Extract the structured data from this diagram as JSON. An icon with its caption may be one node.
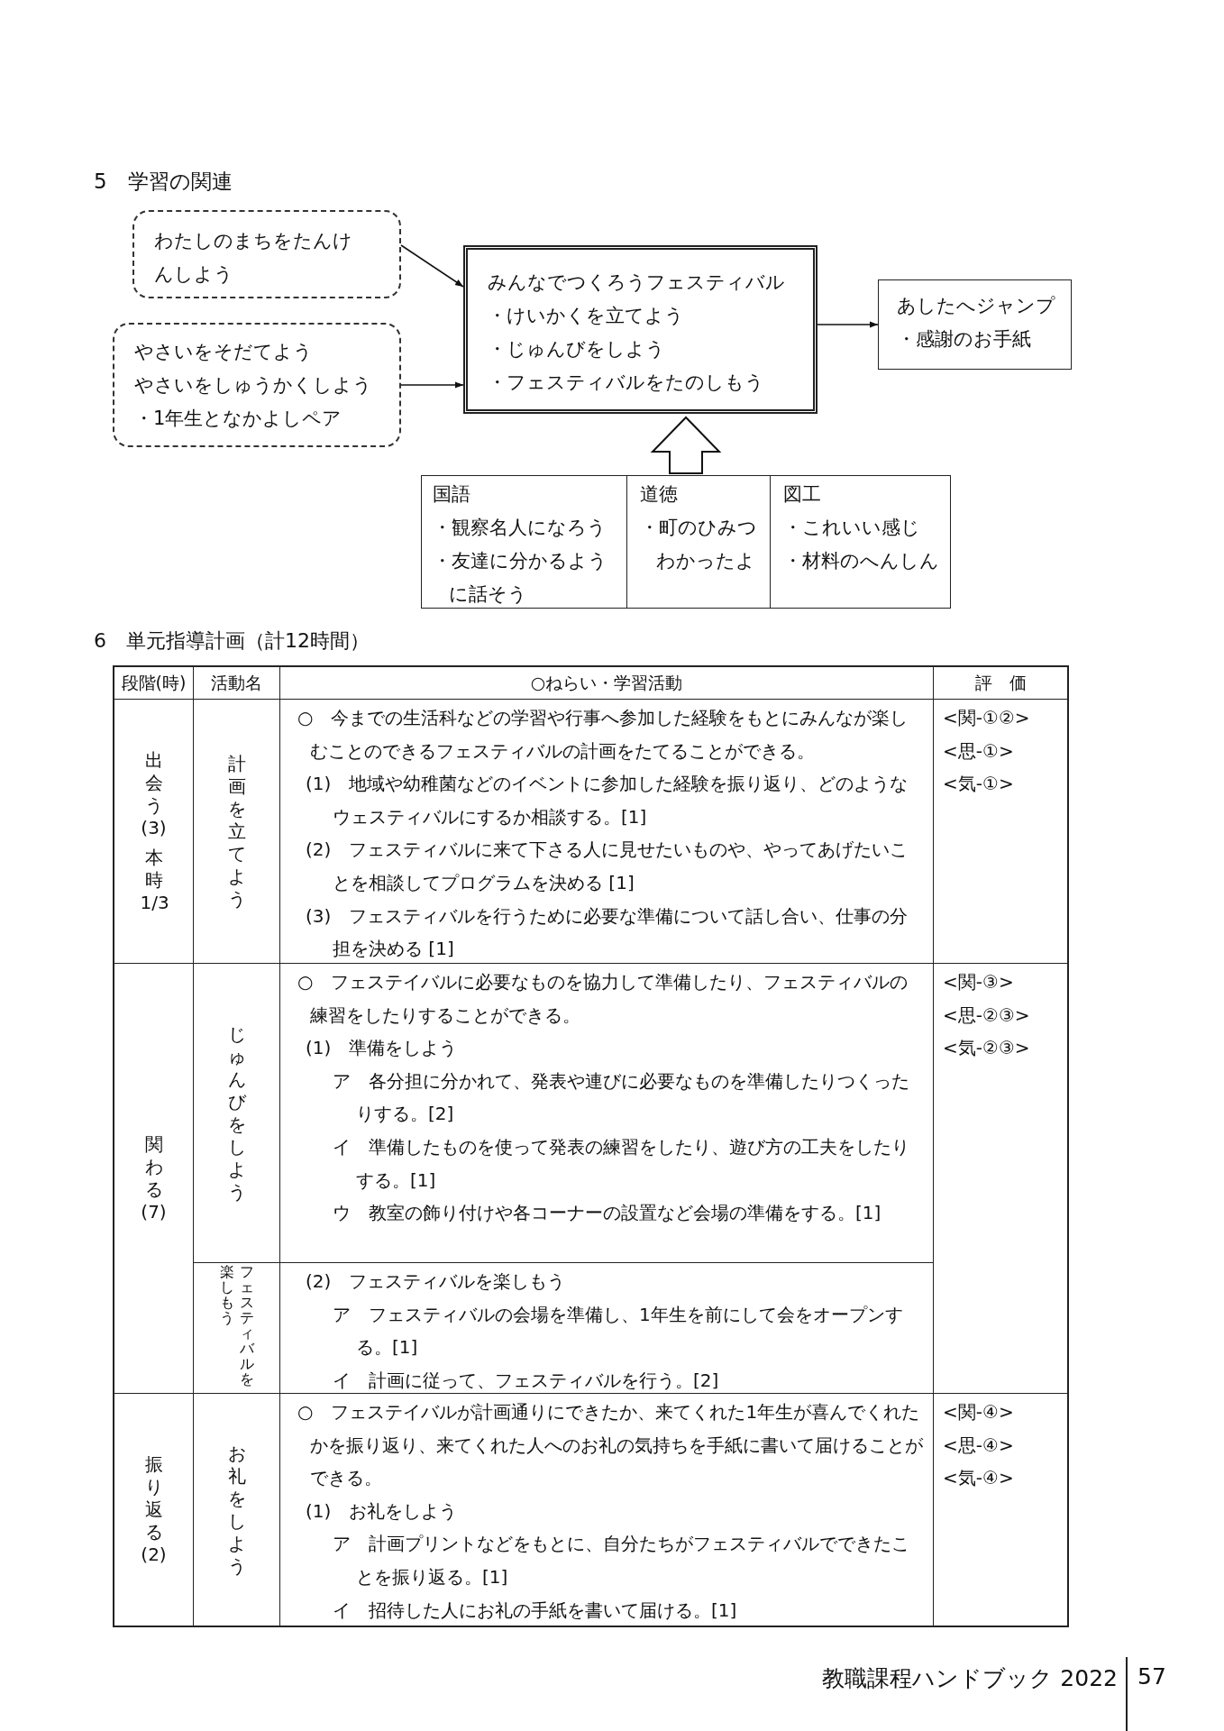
{
  "diagram": {
    "title": "5　学習の関連",
    "nodes": [
      {
        "text": [
          "わたしのまちをたんけんしよう"
        ]
      },
      {
        "text": [
          "やさいをそだてよう",
          "やさいをしゅうかくしよう",
          "・1年生となかよしペア"
        ]
      },
      {
        "text": [
          "みんなでつくろうフェスティバル",
          "・けいかくを立てよう",
          "・じゅんびをしよう",
          "・フェスティバルをたのしもう"
        ]
      },
      {
        "text": [
          "あしたへジャンプ",
          "・感謝のお手紙"
        ]
      },
      {
        "text": [],
        "shape": "box"
      },
      {
        "text": [
          "国語",
          "・観察名人になろう",
          "・友達に分かるように話そう"
        ],
        "in": 4
      },
      {
        "text": [
          "道徳",
          "・町のひみつわかったよ"
        ],
        "in": 4
      },
      {
        "text": [
          "図工",
          "・これいい感じ",
          "・材料のへんしん"
        ],
        "in": 4
      }
    ],
    "edges": [
      {
        "from": 0,
        "to": 2,
        "arrow": "to"
      },
      {
        "from": 1,
        "to": 2,
        "arrow": "to"
      },
      {
        "from": 2,
        "to": 3,
        "arrow": "to"
      },
      {
        "from": 4,
        "to": 2,
        "arrow": "to",
        "style": "thick"
      }
    ],
    "labels": [
      "6　単元指導計画（計12時間）",
      "段階(時)",
      "活動名",
      "○ねらい・学習活動",
      "評　価",
      "出会う(3)",
      "本時1/3",
      "計画を立てよう",
      "○　今までの生活科などの学習や行事へ参加した経験をもとにみんなが楽しむことのできるフェスティバルの計画をたてることができる。",
      "(1)　地域や幼稚菌などのイベントに参加した経験を振り返り、どのようなウェスティバルにするか相談する。[1]",
      "(2)　フェスティバルに来て下さる人に見せたいものや、やってあげたいことを相談してプログラムを決める [1]",
      "(3)　フェスティバルを行うために必要な準備について話し合い、仕事の分担を決める [1]",
      "<関-①②>",
      "<思-①>",
      "<気-①>",
      "関わる(7)",
      "じゅんびをしよう",
      "○　フェステイバルに必要なものを協力して準備したり、フェスティバルの練習をしたりすることができる。",
      "(1)　準備をしよう",
      "ア　各分担に分かれて、発表や連びに必要なものを準備したりつくったりする。[2]",
      "イ　準備したものを使って発表の練習をしたり、遊び方の工夫をしたりする。[1]",
      "ウ　教室の飾り付けや各コーナーの設置など会場の準備をする。[1]",
      "<関-③>",
      "<思-②③>",
      "<気-②③>",
      "フェスティバルを",
      "楽しもう",
      "(2)　フェスティバルを楽しもう",
      "ア　フェスティバルの会場を準備し、1年生を前にして会をオープンする。[1]",
      "イ　計画に従って、フェスティバルを行う。[2]",
      "振り返る(2)",
      "お礼をしよう",
      "○　フェステイバルが計画通りにできたか、来てくれた1年生が喜んでくれたかを振り返り、来てくれた人へのお礼の気持ちを手紙に書いて届けることができる。",
      "(1)　お礼をしよう",
      "ア　計画プリントなどをもとに、自分たちがフェスティバルでできたことを振り返る。[1]",
      "イ　招待した人にお礼の手紙を書いて届ける。[1]",
      "<関-④>",
      "<思-④>",
      "<気-④>",
      "教職課程ハンドブック 2022",
      "57"
    ]
  }
}
